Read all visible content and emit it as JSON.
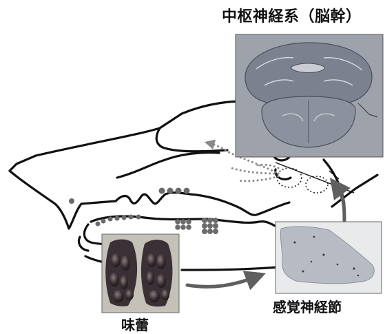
{
  "labels": {
    "cns": "中枢神経系（脳幹）",
    "ganglion": "感覚神経節",
    "taste_bud": "味蕾"
  },
  "colors": {
    "outline": "#111111",
    "dots": "#6b6b6b",
    "arrow": "#5f5f5f",
    "brain_bg": "#9a9fa8",
    "ganglion_bg": "#e6e8ea",
    "bud_bg": "#c2bfb6"
  }
}
